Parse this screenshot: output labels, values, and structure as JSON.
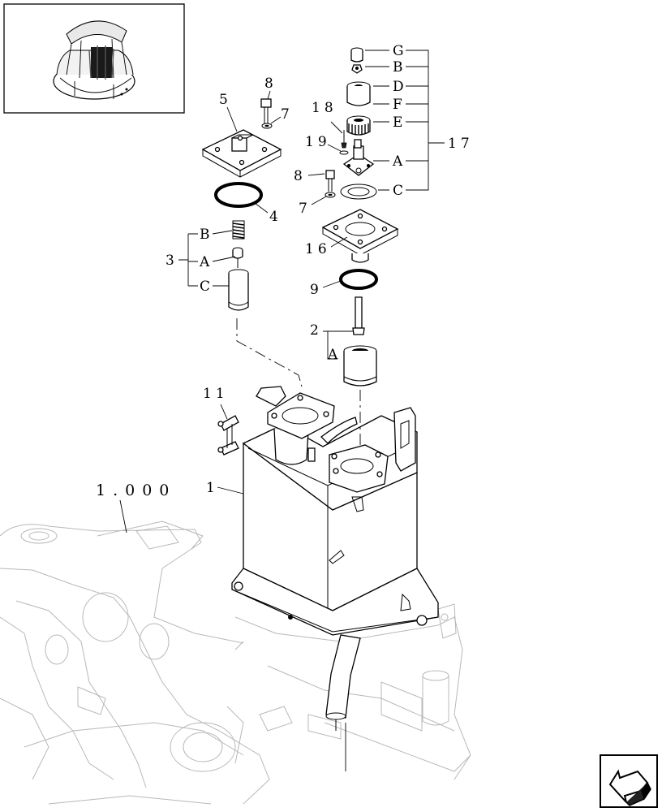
{
  "callouts": {
    "p8_top": "8",
    "p5": "5",
    "p7_top": "7",
    "p4": "4",
    "p3": "3",
    "p3_a": "A",
    "p3_b": "B",
    "p3_c": "C",
    "p18": "18",
    "p19": "19",
    "p8_mid": "8",
    "p7_mid": "7",
    "p16": "16",
    "p9": "9",
    "p2": "2",
    "p2_a": "A",
    "p11": "11",
    "p1": "1",
    "frame_ref": "1.000",
    "p17": "17",
    "p17_g": "G",
    "p17_b": "B",
    "p17_d": "D",
    "p17_f": "F",
    "p17_e": "E",
    "p17_a": "A",
    "p17_c": "C"
  },
  "icons": {
    "thumbnail": "machine-overview-icon",
    "navigation": "back-arrow-icon"
  },
  "colors": {
    "line": "#000000",
    "background_machine": "#b8b8b8",
    "paper": "#ffffff"
  }
}
